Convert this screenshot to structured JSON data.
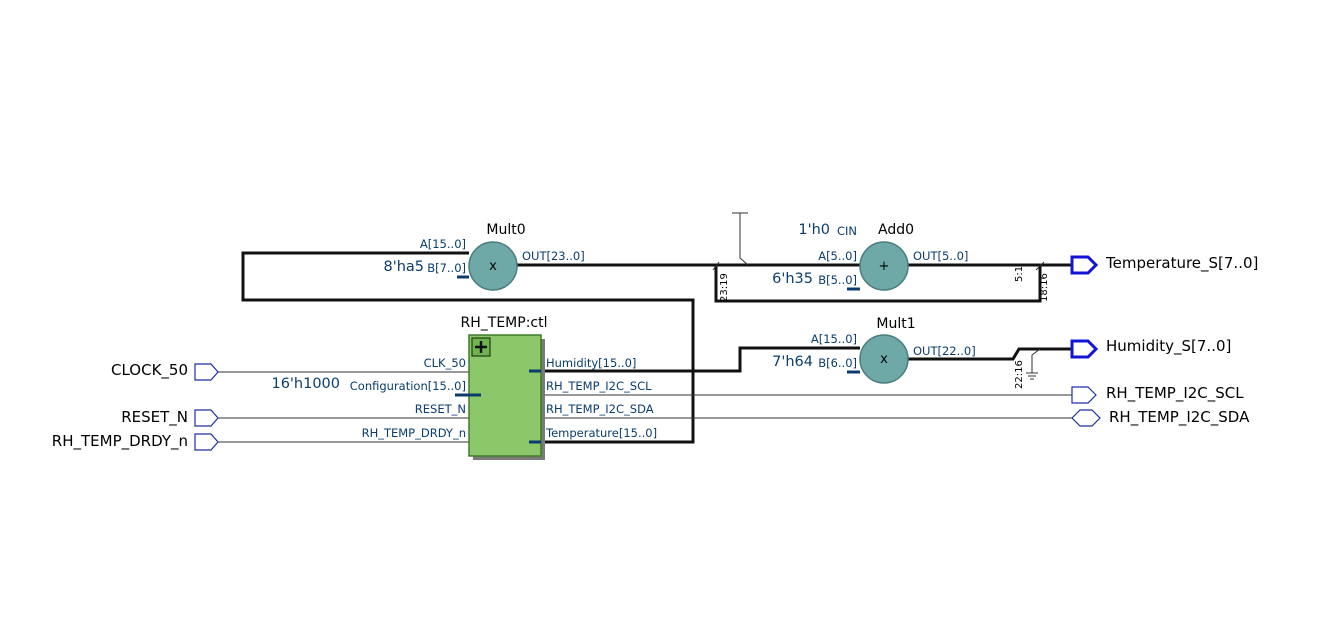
{
  "inputs": {
    "clock": "CLOCK_50",
    "reset": "RESET_N",
    "drdy": "RH_TEMP_DRDY_n"
  },
  "outputs": {
    "temperature": "Temperature_S[7..0]",
    "humidity": "Humidity_S[7..0]",
    "scl": "RH_TEMP_I2C_SCL",
    "sda": "RH_TEMP_I2C_SDA"
  },
  "ctl": {
    "title": "RH_TEMP:ctl",
    "in_ports": [
      "CLK_50",
      "Configuration[15..0]",
      "RESET_N",
      "RH_TEMP_DRDY_n"
    ],
    "out_ports": [
      "Humidity[15..0]",
      "RH_TEMP_I2C_SCL",
      "RH_TEMP_I2C_SDA",
      "Temperature[15..0]"
    ],
    "config_const": "16'h1000"
  },
  "mult0": {
    "title": "Mult0",
    "symbol": "x",
    "port_a": "A[15..0]",
    "port_b": "B[7..0]",
    "port_out": "OUT[23..0]",
    "const_b": "8'ha5"
  },
  "add0": {
    "title": "Add0",
    "symbol": "+",
    "port_cin": "CIN",
    "port_a": "A[5..0]",
    "port_b": "B[5..0]",
    "port_out": "OUT[5..0]",
    "const_cin": "1'h0",
    "const_b": "6'h35"
  },
  "mult1": {
    "title": "Mult1",
    "symbol": "x",
    "port_a": "A[15..0]",
    "port_b": "B[6..0]",
    "port_out": "OUT[22..0]",
    "const_b": "7'h64"
  },
  "slices": {
    "mult0_to_add0": "23:19",
    "add0_out": "5:1",
    "mult0_to_temp": "18:16",
    "mult1_to_hum": "22:16"
  }
}
